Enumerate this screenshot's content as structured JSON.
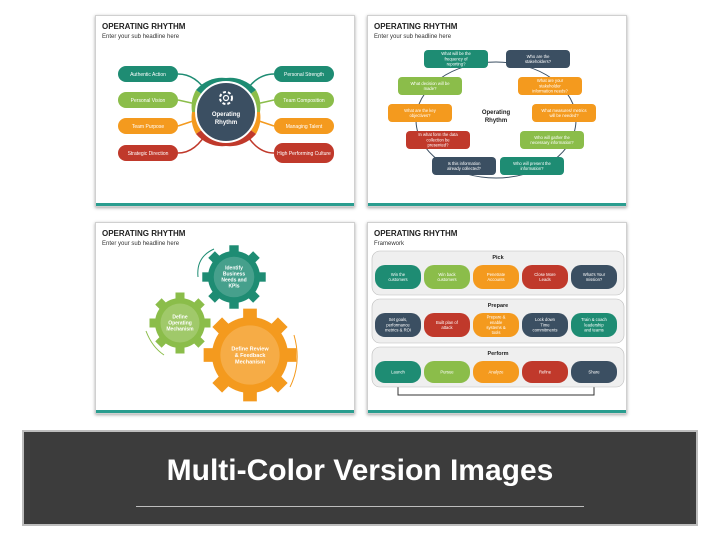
{
  "slide1": {
    "title": "OPERATING RHYTHM",
    "subtitle": "Enter your sub headline here",
    "center": "Operating Rhythm",
    "icon": "gear-icon",
    "left": [
      "Authentic Action",
      "Personal Vision",
      "Team Purpose",
      "Strategic Direction"
    ],
    "right": [
      "Personal Strength",
      "Team Composition",
      "Managing Talent",
      "High Performing Culture"
    ]
  },
  "slide2": {
    "title": "OPERATING RHYTHM",
    "subtitle": "Enter your sub headline here",
    "center": "Operating Rhythm",
    "items": [
      "What will be the frequency of reporting?",
      "Who are the stakeholders?",
      "What decision will be made?",
      "What are your stakeholder information needs?",
      "What are the key objectives?",
      "What measures/ metrics will be needed?",
      "In what form the data collection be presented?",
      "Who will gather the necessary information?",
      "Is this information already collected?",
      "Who will present the information?"
    ]
  },
  "slide3": {
    "title": "OPERATING RHYTHM",
    "subtitle": "Enter your sub headline here",
    "gears": [
      "Identify Business Needs and KPIs",
      "Define Operating Mechanism",
      "Define Review & Feedback Mechanism"
    ]
  },
  "slide4": {
    "title": "OPERATING RHYTHM",
    "subtitle": "Framework",
    "sections": [
      {
        "name": "Pick",
        "items": [
          "Win the customers",
          "Win back customers",
          "Penetrate Accounts",
          "Close More Leads",
          "What's Your mission?"
        ]
      },
      {
        "name": "Prepare",
        "items": [
          "Set goals, performance metrics & ROI",
          "Built plan of attack",
          "Prepare & enable systems & tools",
          "Lock down Time commitments",
          "Train & coach leadership and teams"
        ]
      },
      {
        "name": "Perform",
        "items": [
          "Launch",
          "Pursue",
          "Analyze",
          "Refine",
          "Share"
        ]
      }
    ]
  },
  "banner": {
    "title": "Multi-Color Version Images"
  },
  "colors": {
    "teal": "#1e8c73",
    "green": "#8bbd4a",
    "orange": "#f49a1e",
    "red": "#c0392b",
    "navy": "#3b4f62"
  }
}
